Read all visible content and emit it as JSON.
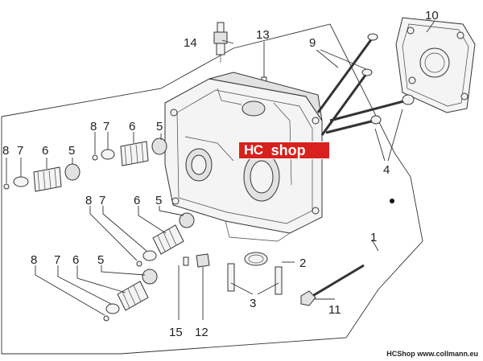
{
  "callouts": [
    {
      "id": "c10",
      "text": "10"
    },
    {
      "id": "c14",
      "text": "14"
    },
    {
      "id": "c13",
      "text": "13"
    },
    {
      "id": "c9",
      "text": "9"
    },
    {
      "id": "c8a",
      "text": "8"
    },
    {
      "id": "c7a",
      "text": "7"
    },
    {
      "id": "c6a",
      "text": "6"
    },
    {
      "id": "c5a",
      "text": "5"
    },
    {
      "id": "c8b",
      "text": "8"
    },
    {
      "id": "c7b",
      "text": "7"
    },
    {
      "id": "c6b",
      "text": "6"
    },
    {
      "id": "c5b",
      "text": "5"
    },
    {
      "id": "c4",
      "text": "4"
    },
    {
      "id": "c8c",
      "text": "8"
    },
    {
      "id": "c7c",
      "text": "7"
    },
    {
      "id": "c6c",
      "text": "6"
    },
    {
      "id": "c5c",
      "text": "5"
    },
    {
      "id": "c1",
      "text": "1"
    },
    {
      "id": "c8d",
      "text": "8"
    },
    {
      "id": "c7d",
      "text": "7"
    },
    {
      "id": "c6d",
      "text": "6"
    },
    {
      "id": "c5d",
      "text": "5"
    },
    {
      "id": "c2",
      "text": "2"
    },
    {
      "id": "c3",
      "text": "3"
    },
    {
      "id": "c11",
      "text": "11"
    },
    {
      "id": "c15",
      "text": "15"
    },
    {
      "id": "c12",
      "text": "12"
    }
  ],
  "logo": {
    "hc": "HC",
    "shop": "shop"
  },
  "footer": {
    "brand": "HCShop",
    "site": "www.collmann.eu"
  },
  "colors": {
    "logo_bg": "#d8201c",
    "ink": "#222222"
  }
}
